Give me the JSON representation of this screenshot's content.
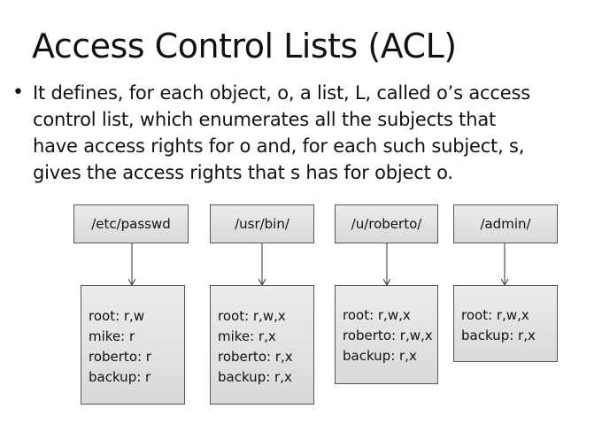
{
  "slide": {
    "title": "Access Control Lists (ACL)",
    "bullet_marker": "•",
    "bullet_lines": [
      "It defines, for each object, o, a list, L, called o’s access",
      "control list, which enumerates all the subjects that",
      "have access rights for o and, for each such subject, s,",
      "gives the access rights that s has for object o."
    ]
  },
  "diagram": {
    "objects": [
      {
        "label": "/etc/passwd",
        "acl": [
          "root: r,w",
          "mike: r",
          "roberto: r",
          "backup: r"
        ]
      },
      {
        "label": "/usr/bin/",
        "acl": [
          "root: r,w,x",
          "mike: r,x",
          "roberto: r,x",
          "backup: r,x"
        ]
      },
      {
        "label": "/u/roberto/",
        "acl": [
          "root: r,w,x",
          "roberto: r,w,x",
          "backup: r,x"
        ]
      },
      {
        "label": "/admin/",
        "acl": [
          "root: r,w,x",
          "backup: r,x"
        ]
      }
    ]
  }
}
